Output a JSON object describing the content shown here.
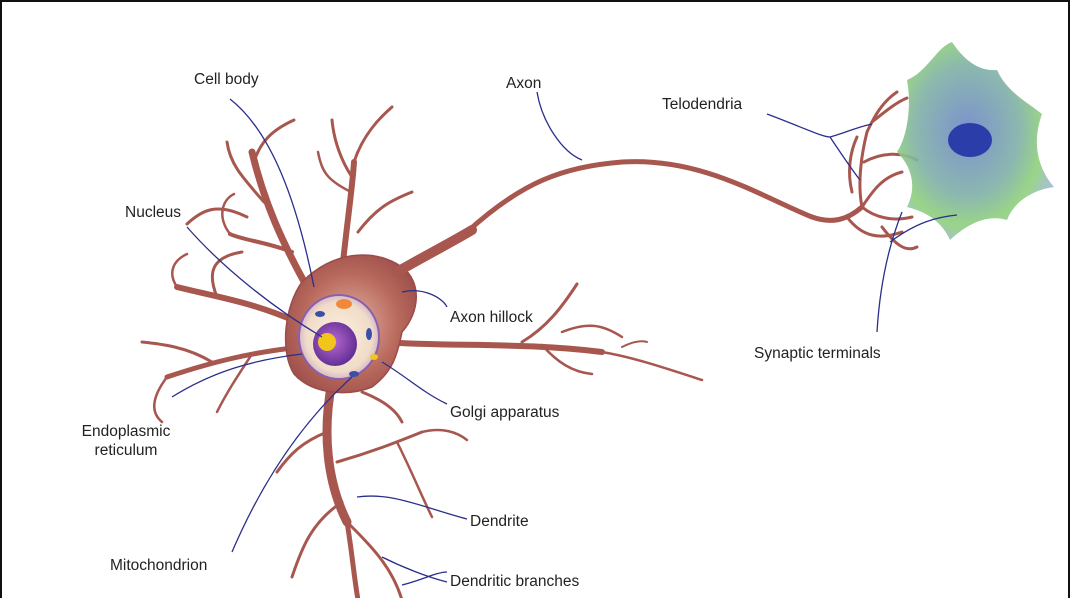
{
  "labels": {
    "cell_body": "Cell body",
    "axon": "Axon",
    "telodendria": "Telodendria",
    "nucleus": "Nucleus",
    "axon_hillock": "Axon hillock",
    "synaptic_terminals": "Synaptic terminals",
    "endoplasmic_reticulum_1": "Endoplasmic",
    "endoplasmic_reticulum_2": "reticulum",
    "golgi_apparatus": "Golgi apparatus",
    "dendrite": "Dendrite",
    "mitochondrion": "Mitochondrion",
    "dendritic_branches": "Dendritic branches"
  },
  "colors": {
    "membrane": "#a8574f",
    "membrane_fill": "#c98a80",
    "leader_line": "#2b2f8c",
    "target_cell": "#6f8fd0",
    "target_nucleus": "#2a3da8",
    "nucleus": "#7a3aa8",
    "nucleolus": "#f2c51a"
  }
}
